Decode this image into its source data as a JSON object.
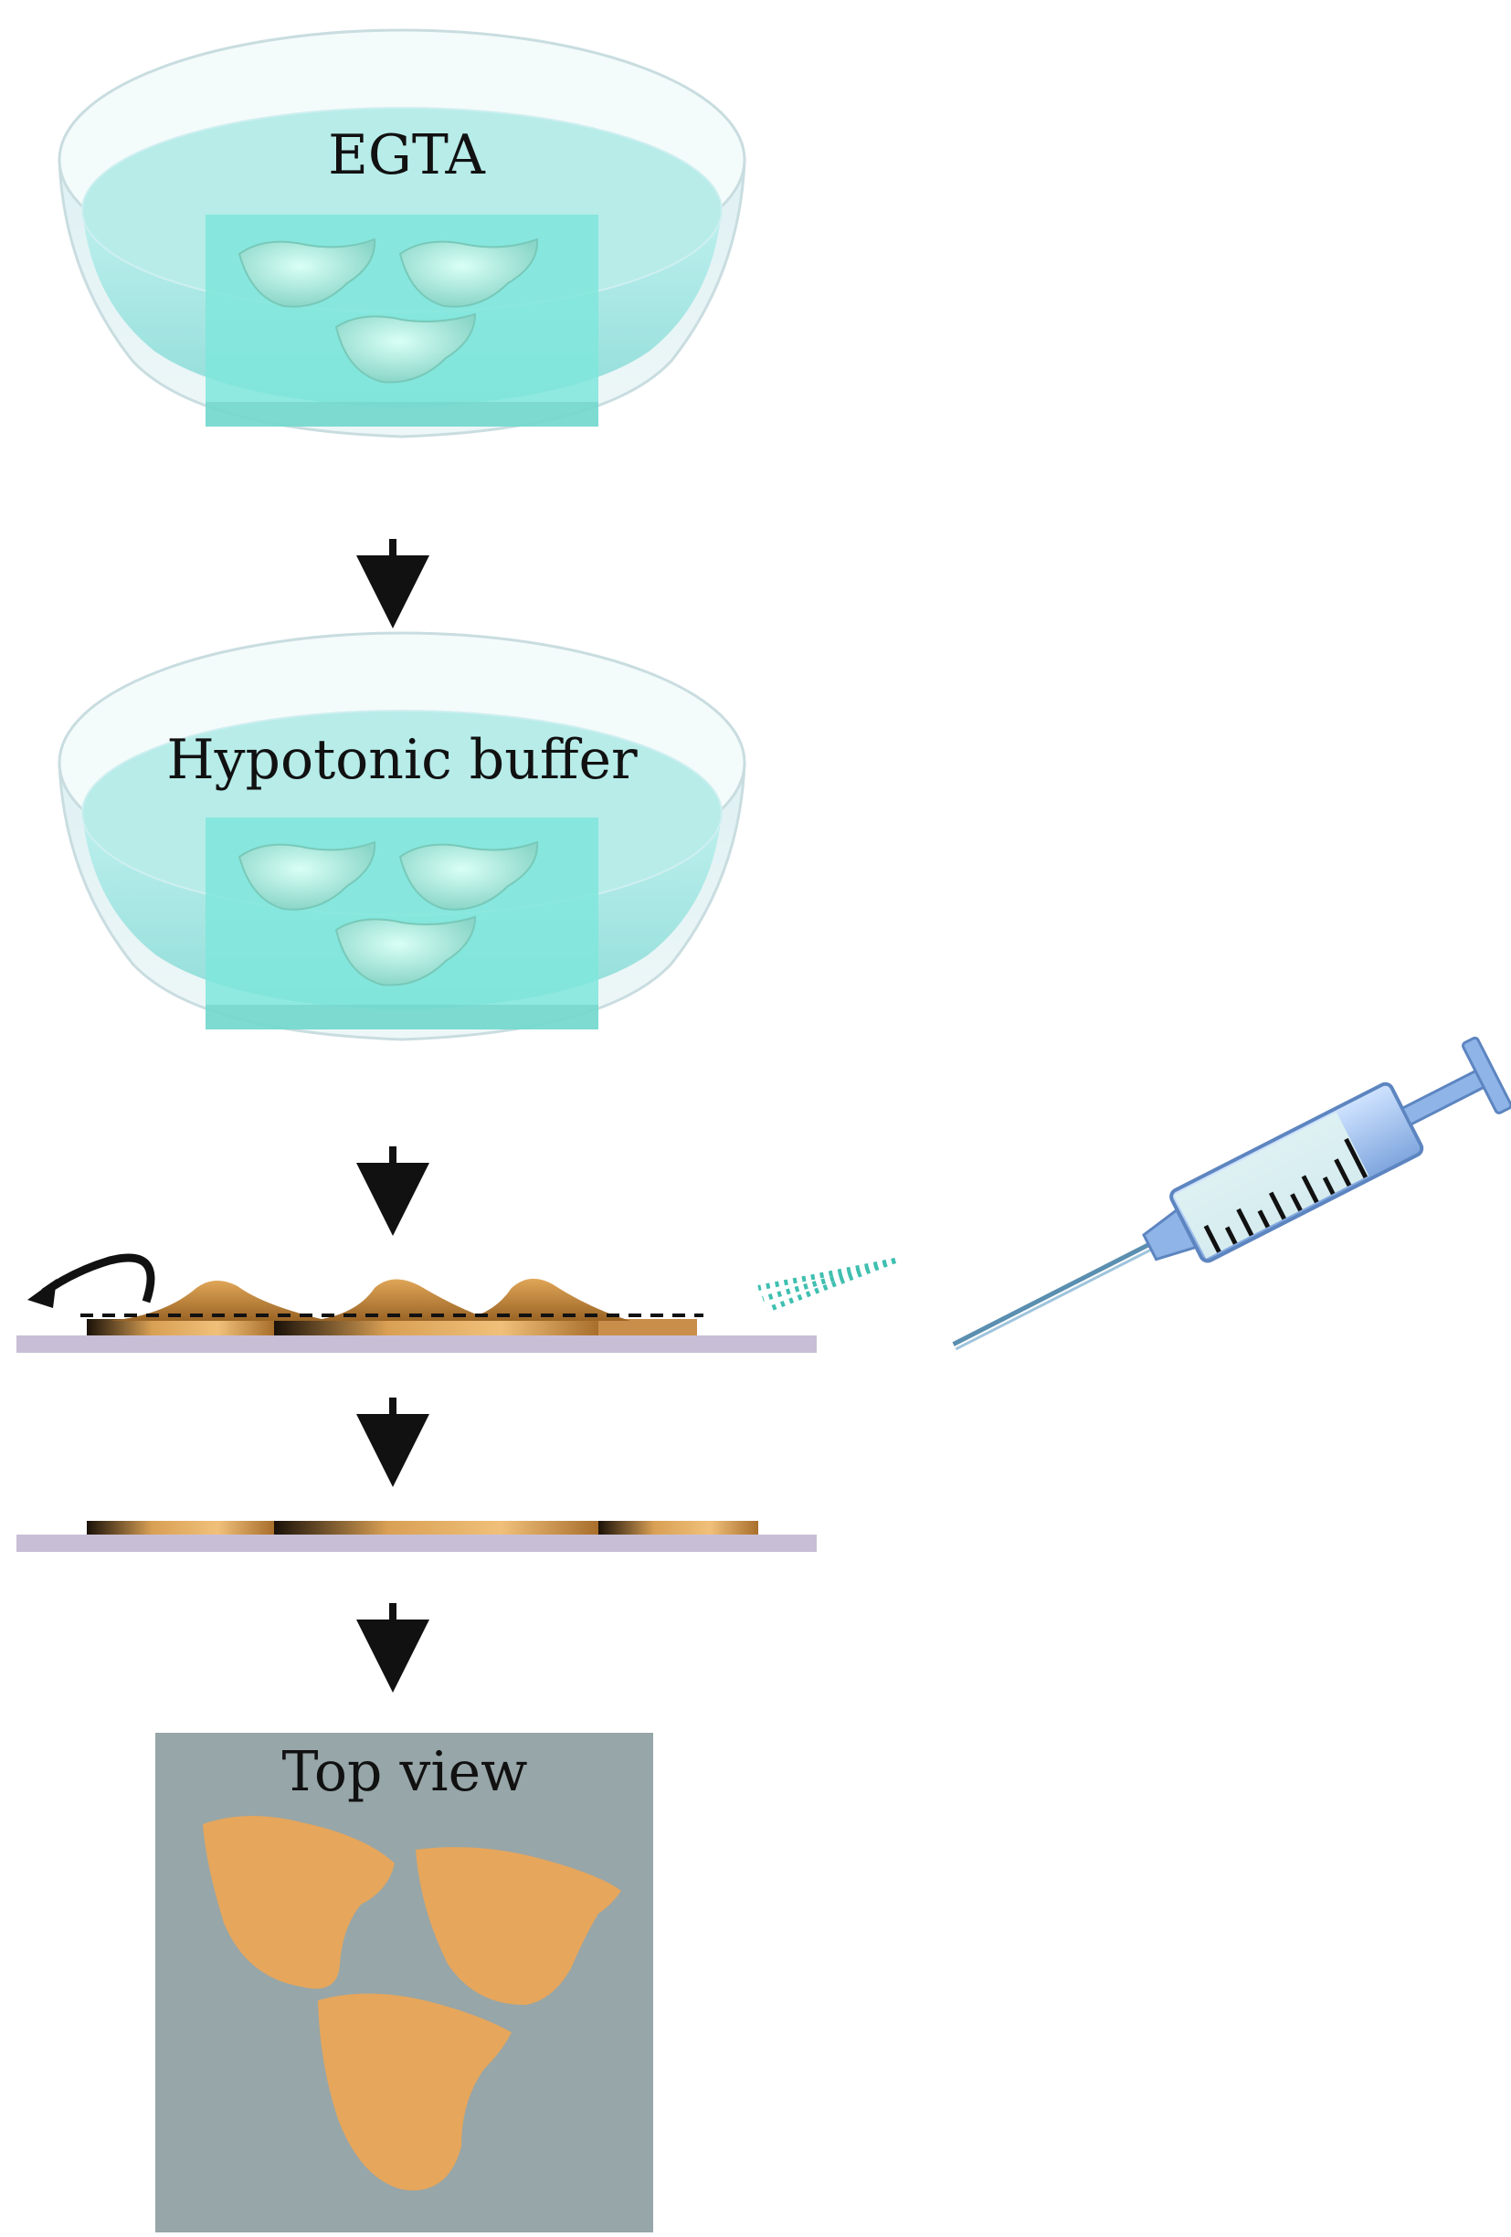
{
  "steps": {
    "dish1_label": "EGTA",
    "dish2_label": "Hypotonic buffer",
    "top_view_label": "Top view"
  },
  "colors": {
    "liquid": "#9fe3e0",
    "coverslip": "#7fe6dc",
    "dish_rim": "#e8f4f5",
    "cell_brown": "#c98f4a",
    "cell_top_view": "#e6a65c",
    "slide": "#c8bfd6",
    "top_view_background": "#97a6a8",
    "syringe_body": "#8fb4e8",
    "spray": "#3fbfb0",
    "arrow": "#111111"
  }
}
